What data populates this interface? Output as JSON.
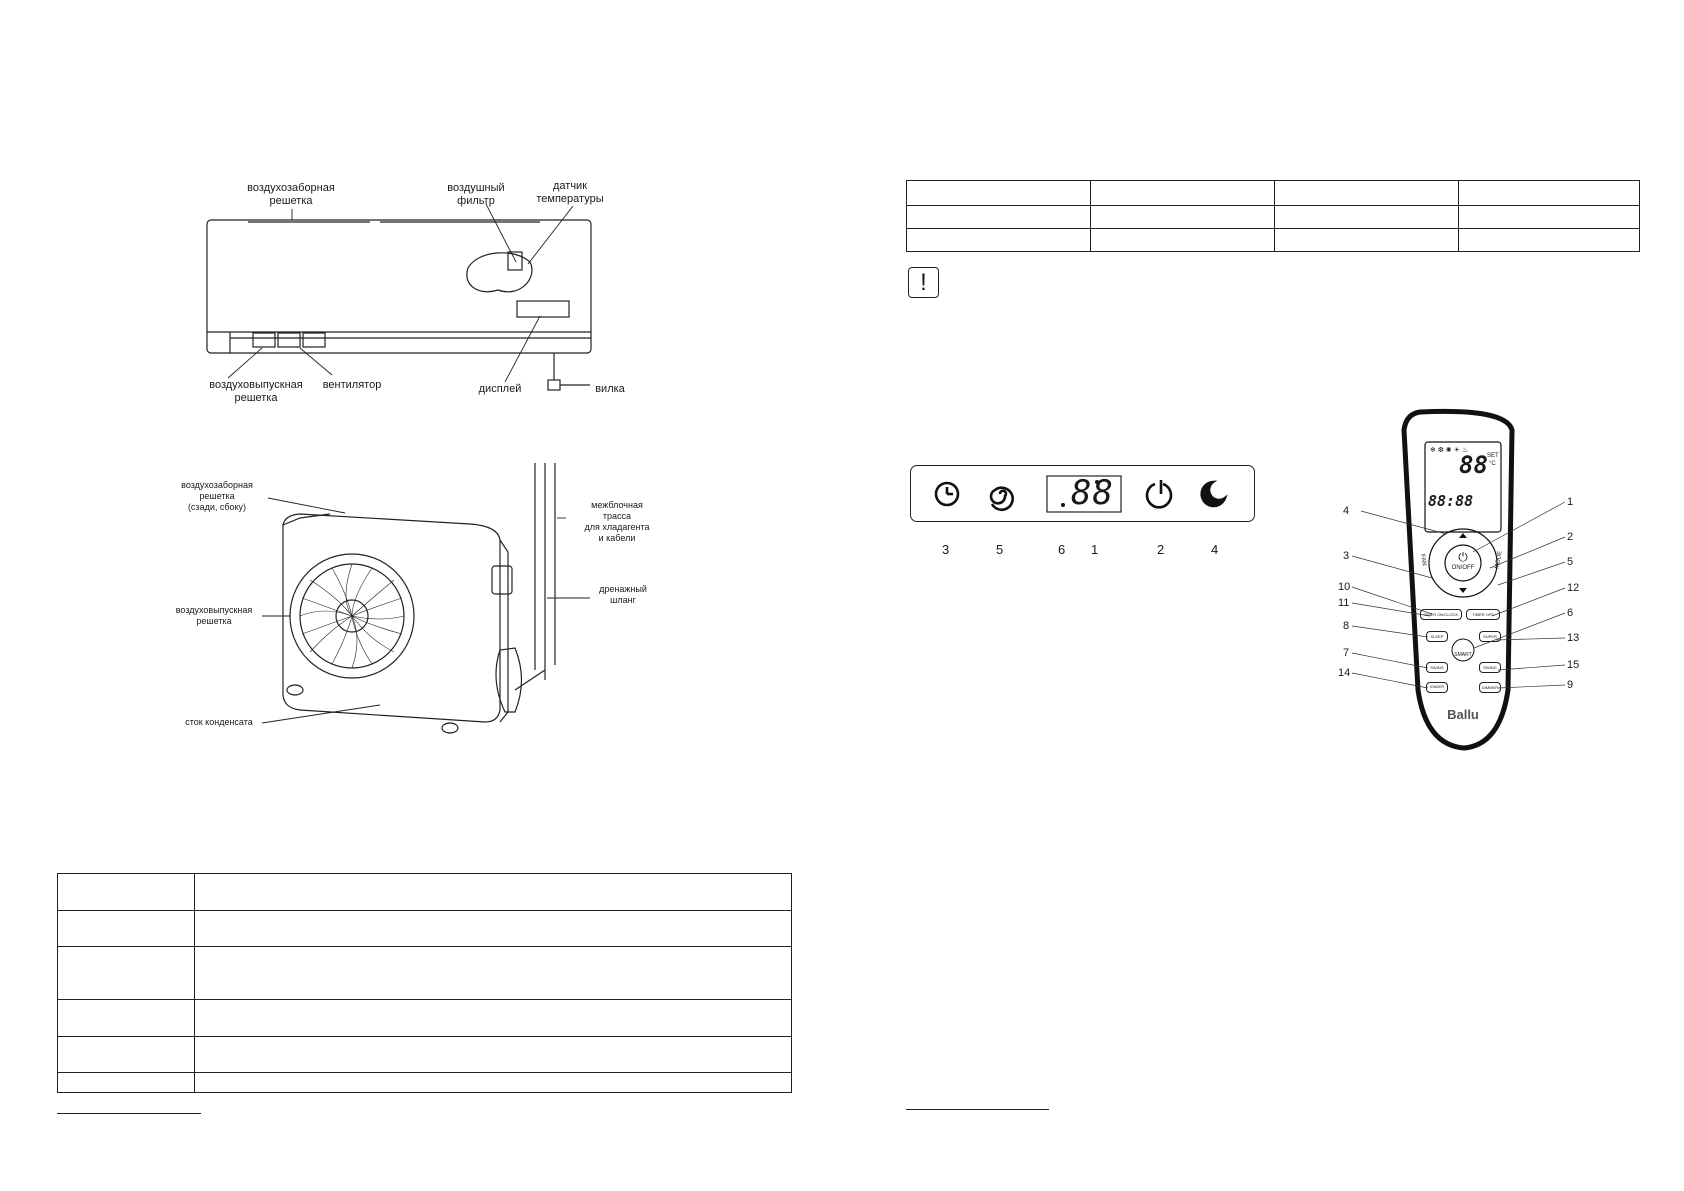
{
  "indoor_unit": {
    "labels": {
      "intake_grille": "воздухозаборная\nрешетка",
      "air_filter": "воздушный\nфильтр",
      "temp_sensor": "датчик\nтемпературы",
      "outlet_grille": "воздуховыпускная\nрешетка",
      "fan": "вентилятор",
      "display": "дисплей",
      "plug": "вилка"
    }
  },
  "outdoor_unit": {
    "labels": {
      "intake_grille": "воздухозаборная\nрешетка\n(сзади, сбоку)",
      "outlet_grille": "воздуховыпускная\nрешетка",
      "condensate_drain": "сток конденсата",
      "interblock_route": "межблочная\nтрасса\nдля хладагента\nи кабели",
      "drain_hose": "дренажный\nшланг"
    }
  },
  "display_panel": {
    "segment_text": "88",
    "callouts": [
      "3",
      "5",
      "6",
      "1",
      "2",
      "4"
    ],
    "icons": [
      "timer-icon",
      "swirl-icon",
      "power-icon",
      "sleep-icon"
    ]
  },
  "remote": {
    "brand": "Ballu",
    "lcd": {
      "temp_digits": "88",
      "clock_digits": "88:88",
      "set_label": "SET",
      "unit_label": "°C"
    },
    "buttons": {
      "on_off": "ON/OFF",
      "fan": "FAN",
      "mode": "MODE",
      "timer_on": "TIMER ON/CLOCK",
      "timer_off": "TIMER OFF",
      "sleep": "SLEEP",
      "super": "SUPER",
      "smart": "SMART",
      "swing_v": "SWING",
      "swing_h": "SWING",
      "dimmer": "DIMMER",
      "ionizer": "IONIZER"
    },
    "callouts_left": [
      "4",
      "3",
      "10",
      "11",
      "8",
      "7",
      "14"
    ],
    "callouts_right": [
      "1",
      "2",
      "5",
      "12",
      "6",
      "13",
      "15",
      "9"
    ]
  },
  "warning_icon": "!",
  "colors": {
    "ink": "#1a1a1a",
    "paper": "#ffffff"
  }
}
